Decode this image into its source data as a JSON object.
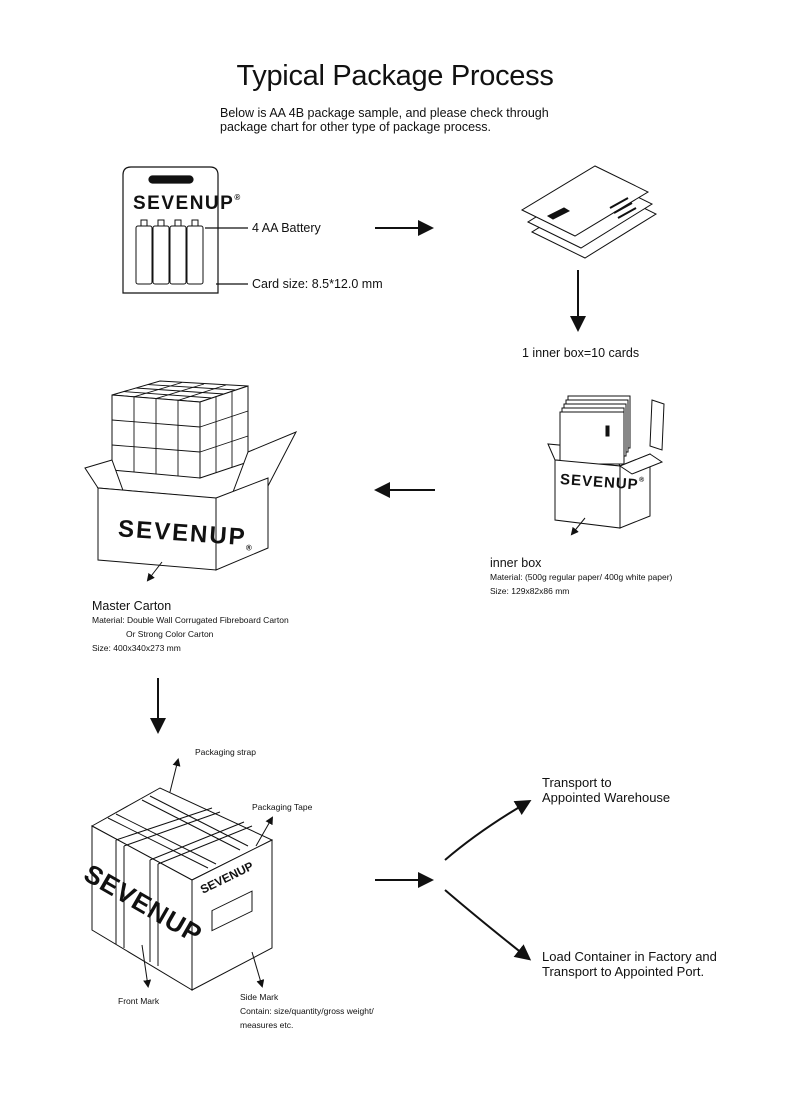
{
  "header": {
    "title": "Typical Package Process",
    "subtitle_line1": "Below is AA 4B package sample, and please check through",
    "subtitle_line2": "package chart for other type of package process."
  },
  "brand": {
    "name": "SEVENUP",
    "registered": "®"
  },
  "card": {
    "battery_label": "4 AA Battery",
    "size_label": "Card size: 8.5*12.0 mm"
  },
  "inner_box_count": {
    "label": "1 inner box=10 cards"
  },
  "inner_box": {
    "title": "inner box",
    "material": "Material: (500g regular paper/ 400g white paper)",
    "size": "Size: 129x82x86 mm"
  },
  "master_carton": {
    "title": "Master Carton",
    "material_line1": "Material: Double Wall Corrugated Fibreboard Carton",
    "material_line2": "Or Strong Color Carton",
    "size": "Size: 400x340x273 mm"
  },
  "shipping_carton": {
    "strap_label": "Packaging strap",
    "tape_label": "Packaging Tape",
    "front_mark_label": "Front Mark",
    "side_mark_title": "Side Mark",
    "side_mark_line1": "Contain: size/quantity/gross weight/",
    "side_mark_line2": "measures etc."
  },
  "destinations": {
    "warehouse_line1": "Transport to",
    "warehouse_line2": "Appointed Warehouse",
    "port_line1": "Load Container in Factory and",
    "port_line2": "Transport to Appointed Port."
  },
  "colors": {
    "ink": "#111111",
    "background": "#ffffff"
  }
}
